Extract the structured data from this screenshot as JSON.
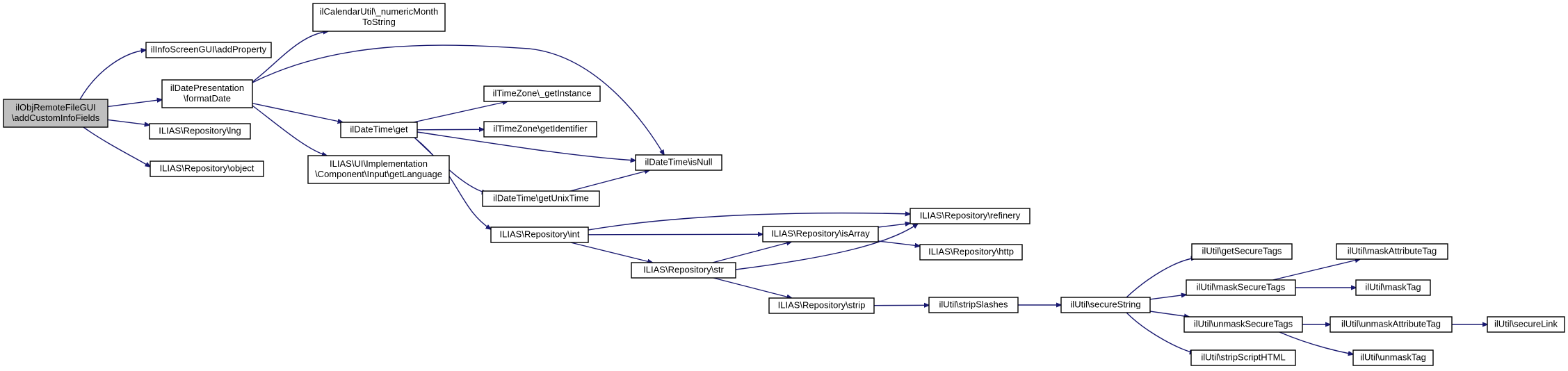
{
  "colors": {
    "edge": "#191970",
    "root_fill": "#bfbfbf",
    "node_fill": "#ffffff",
    "node_border": "#000000"
  },
  "nodes": {
    "root": [
      "ilObjRemoteFileGUI",
      "\\addCustomInfoFields"
    ],
    "addProperty": [
      "ilInfoScreenGUI\\addProperty"
    ],
    "formatDate": [
      "ilDatePresentation",
      "\\formatDate"
    ],
    "lng": [
      "ILIAS\\Repository\\lng"
    ],
    "object": [
      "ILIAS\\Repository\\object"
    ],
    "numericMonth": [
      "ilCalendarUtil\\_numericMonth",
      "ToString"
    ],
    "dtGet": [
      "ilDateTime\\get"
    ],
    "getLanguage": [
      "ILIAS\\UI\\Implementation",
      "\\Component\\Input\\getLanguage"
    ],
    "tzGetInstance": [
      "ilTimeZone\\_getInstance"
    ],
    "tzGetIdentifier": [
      "ilTimeZone\\getIdentifier"
    ],
    "isNull": [
      "ilDateTime\\isNull"
    ],
    "getUnixTime": [
      "ilDateTime\\getUnixTime"
    ],
    "int": [
      "ILIAS\\Repository\\int"
    ],
    "refinery": [
      "ILIAS\\Repository\\refinery"
    ],
    "isArray": [
      "ILIAS\\Repository\\isArray"
    ],
    "http": [
      "ILIAS\\Repository\\http"
    ],
    "str": [
      "ILIAS\\Repository\\str"
    ],
    "strip": [
      "ILIAS\\Repository\\strip"
    ],
    "stripSlashes": [
      "ilUtil\\stripSlashes"
    ],
    "secureString": [
      "ilUtil\\secureString"
    ],
    "getSecureTags": [
      "ilUtil\\getSecureTags"
    ],
    "maskSecureTags": [
      "ilUtil\\maskSecureTags"
    ],
    "unmaskSecureTags": [
      "ilUtil\\unmaskSecureTags"
    ],
    "stripScriptHTML": [
      "ilUtil\\stripScriptHTML"
    ],
    "maskAttributeTag": [
      "ilUtil\\maskAttributeTag"
    ],
    "maskTag": [
      "ilUtil\\maskTag"
    ],
    "unmaskAttributeTag": [
      "ilUtil\\unmaskAttributeTag"
    ],
    "unmaskTag": [
      "ilUtil\\unmaskTag"
    ],
    "secureLink": [
      "ilUtil\\secureLink"
    ]
  },
  "edges": [
    [
      "root",
      "addProperty"
    ],
    [
      "root",
      "formatDate"
    ],
    [
      "root",
      "lng"
    ],
    [
      "root",
      "object"
    ],
    [
      "formatDate",
      "numericMonth"
    ],
    [
      "formatDate",
      "isNull"
    ],
    [
      "formatDate",
      "dtGet"
    ],
    [
      "formatDate",
      "getLanguage"
    ],
    [
      "dtGet",
      "tzGetInstance"
    ],
    [
      "dtGet",
      "tzGetIdentifier"
    ],
    [
      "dtGet",
      "isNull"
    ],
    [
      "dtGet",
      "getUnixTime"
    ],
    [
      "dtGet",
      "int"
    ],
    [
      "getUnixTime",
      "isNull"
    ],
    [
      "int",
      "refinery"
    ],
    [
      "int",
      "isArray"
    ],
    [
      "int",
      "str"
    ],
    [
      "isArray",
      "refinery"
    ],
    [
      "isArray",
      "http"
    ],
    [
      "str",
      "isArray"
    ],
    [
      "str",
      "refinery"
    ],
    [
      "str",
      "strip"
    ],
    [
      "strip",
      "stripSlashes"
    ],
    [
      "stripSlashes",
      "secureString"
    ],
    [
      "secureString",
      "getSecureTags"
    ],
    [
      "secureString",
      "maskSecureTags"
    ],
    [
      "secureString",
      "unmaskSecureTags"
    ],
    [
      "secureString",
      "stripScriptHTML"
    ],
    [
      "maskSecureTags",
      "maskAttributeTag"
    ],
    [
      "maskSecureTags",
      "maskTag"
    ],
    [
      "unmaskSecureTags",
      "unmaskAttributeTag"
    ],
    [
      "unmaskSecureTags",
      "unmaskTag"
    ],
    [
      "unmaskAttributeTag",
      "secureLink"
    ]
  ]
}
